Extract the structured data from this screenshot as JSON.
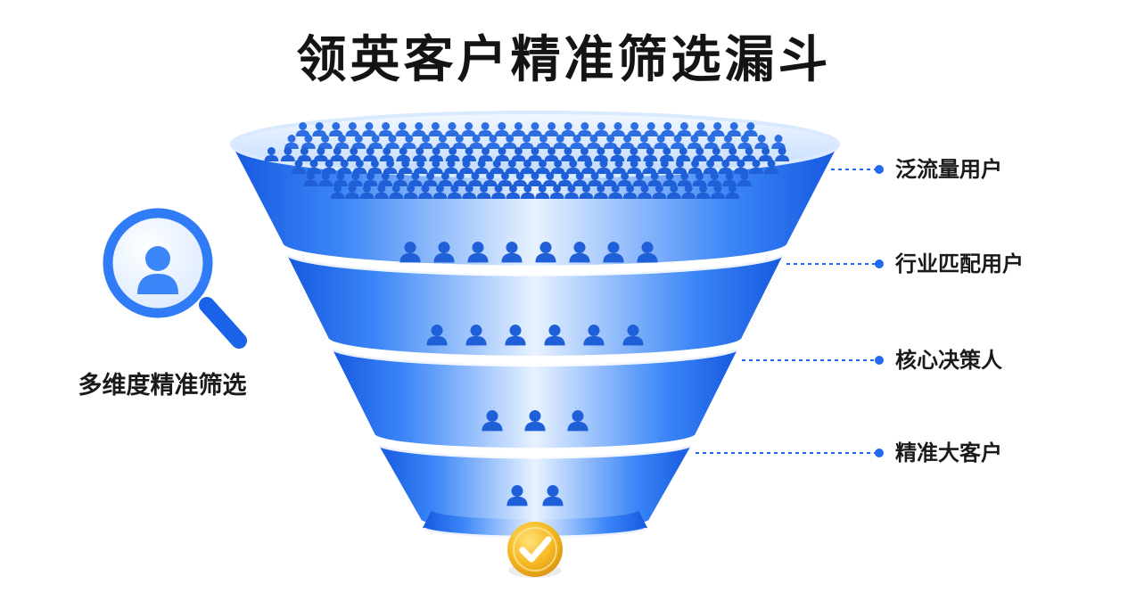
{
  "title": "领英客户精准筛选漏斗",
  "side_caption": "多维度精准筛选",
  "icons": {
    "magnifier": "magnifier-person-icon",
    "person": "person-icon",
    "result": "checkmark-badge-icon"
  },
  "colors": {
    "funnel_blue": "#2f7cf6",
    "funnel_dark": "#1455d9",
    "label_dot": "#1f6af0",
    "check_gold": "#f5b820"
  },
  "stages": [
    {
      "label": "泛流量用户",
      "people": 220
    },
    {
      "label": "行业匹配用户",
      "people": 8
    },
    {
      "label": "核心决策人",
      "people": 6
    },
    {
      "label": "精准大客户",
      "people": 3
    },
    {
      "label": "",
      "people": 2
    }
  ]
}
